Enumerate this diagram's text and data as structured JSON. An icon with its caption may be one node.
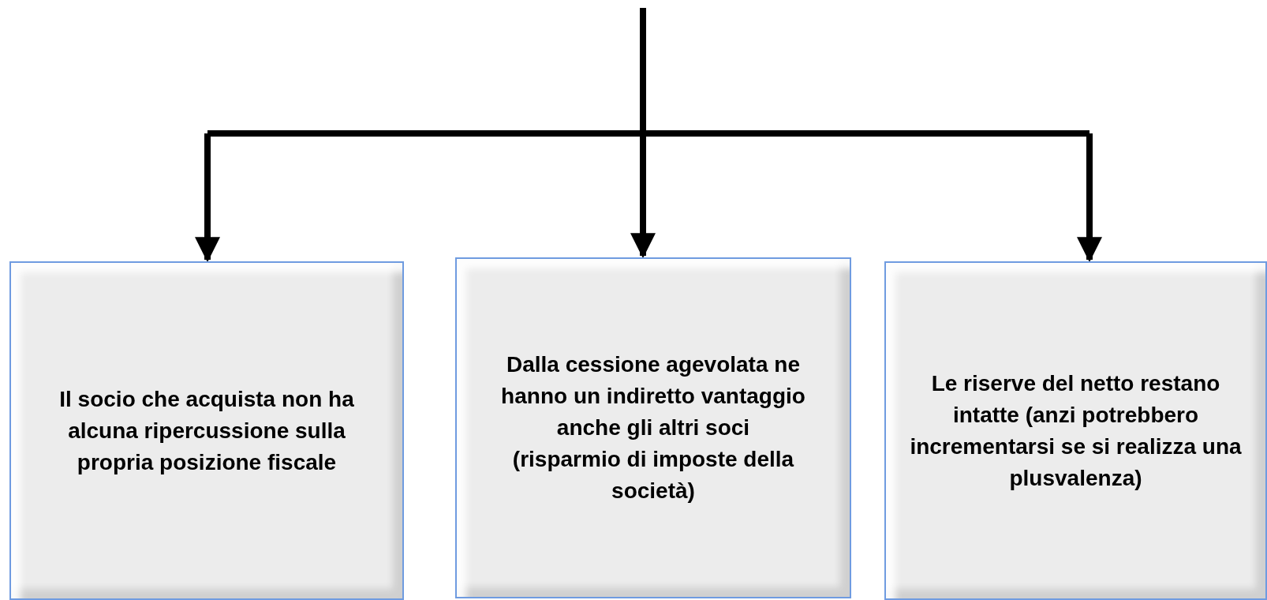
{
  "diagram": {
    "nodes": [
      {
        "text": [
          "Il socio che acquista non ha alcuna ripercussione sulla propria posizione fiscale"
        ]
      },
      {
        "text": [
          "Dalla cessione agevolata ne hanno un indiretto vantaggio anche gli altri soci",
          "(risparmio di imposte della società)"
        ]
      },
      {
        "text": [
          "Le riserve del netto restano intatte (anzi potrebbero incrementarsi se si realizza una plusvalenza)"
        ]
      }
    ],
    "edges": [
      {
        "from": null,
        "to": 0,
        "arrow": "to"
      },
      {
        "from": null,
        "to": 1,
        "arrow": "to"
      },
      {
        "from": null,
        "to": 2,
        "arrow": "to"
      }
    ]
  }
}
